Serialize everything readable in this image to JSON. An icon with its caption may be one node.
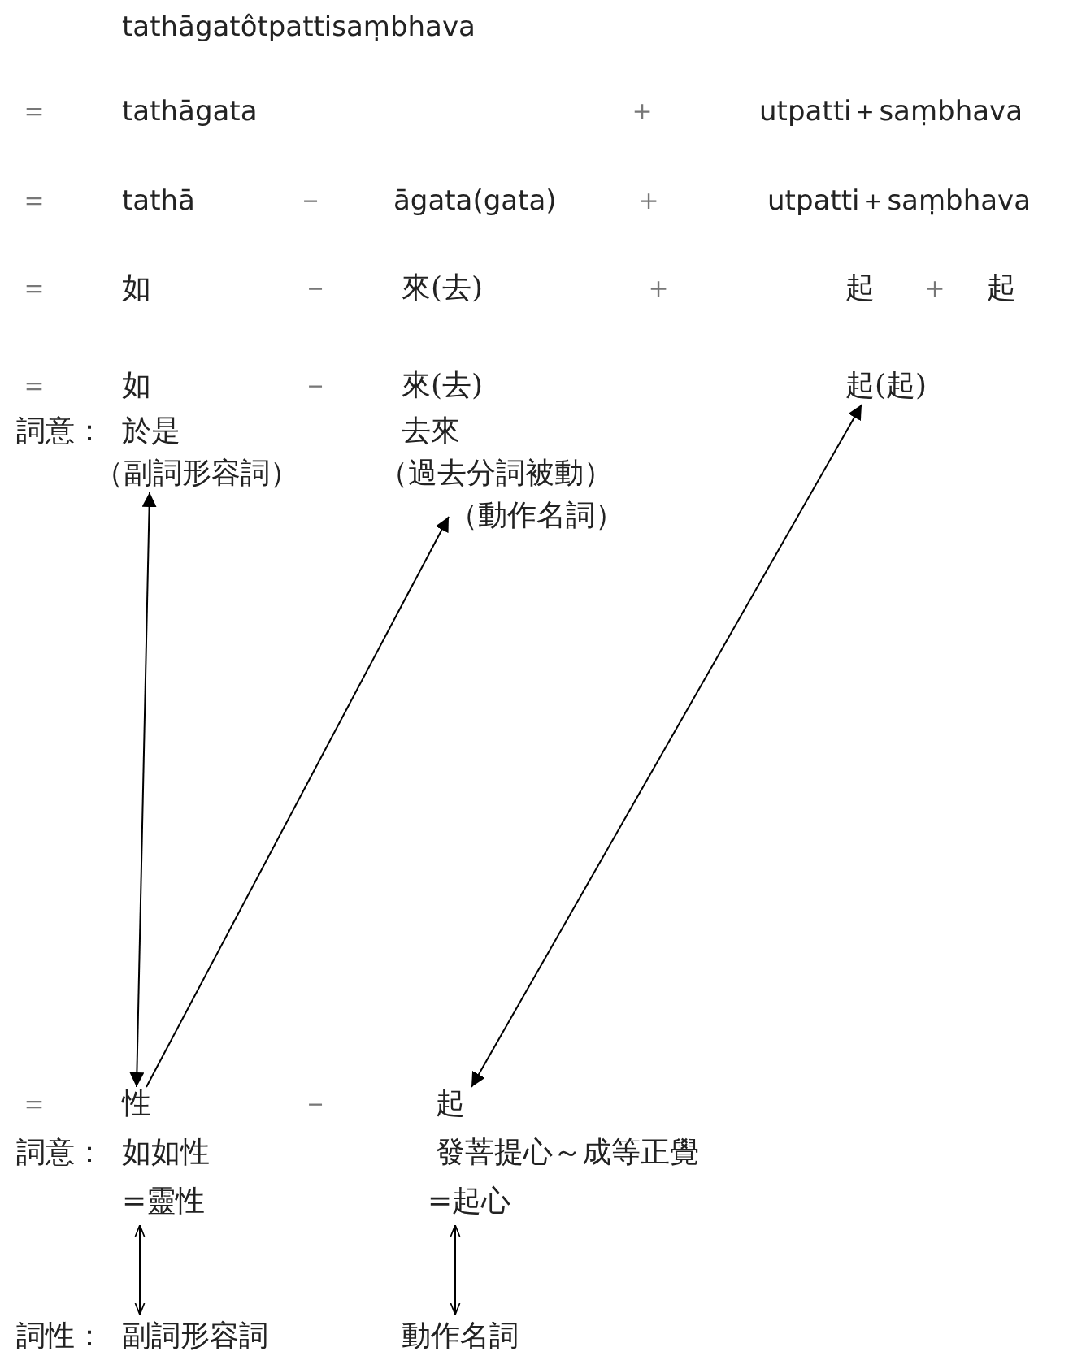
{
  "diagram": {
    "nodes": [
      {
        "text": [
          "（副詞形容詞）"
        ]
      },
      {
        "text": [
          "（動作名詞）"
        ]
      },
      {
        "text": [
          "起(起)"
        ]
      },
      {
        "text": [
          "性"
        ]
      },
      {
        "text": [
          "起"
        ]
      },
      {
        "text": [
          "=靈性"
        ]
      },
      {
        "text": [
          "副詞形容詞"
        ]
      },
      {
        "text": [
          "=起心"
        ]
      },
      {
        "text": [
          "動作名詞"
        ]
      }
    ],
    "edges": [
      {
        "from": 0,
        "to": 3,
        "arrow": "both"
      },
      {
        "from": 3,
        "to": 1,
        "arrow": "to"
      },
      {
        "from": 2,
        "to": 4,
        "arrow": "both"
      },
      {
        "from": 5,
        "to": 6,
        "arrow": "both"
      },
      {
        "from": 7,
        "to": 8,
        "arrow": "both"
      }
    ],
    "labels": [
      "tathāgatôtpattisaṃbhava",
      "＝",
      "tathāgata",
      "＋",
      "utpatti＋saṃbhava",
      "＝",
      "tathā",
      "－",
      "āgata(gata)",
      "＋",
      "utpatti＋saṃbhava",
      "＝",
      "如",
      "－",
      "來(去)",
      "＋",
      "起",
      "＋",
      "起",
      "＝",
      "如",
      "－",
      "來(去)",
      "詞意：",
      "於是",
      "去來",
      "（過去分詞被動）",
      "＝",
      "－",
      "詞意：",
      "如如性",
      "發菩提心～成等正覺",
      "詞性："
    ]
  }
}
